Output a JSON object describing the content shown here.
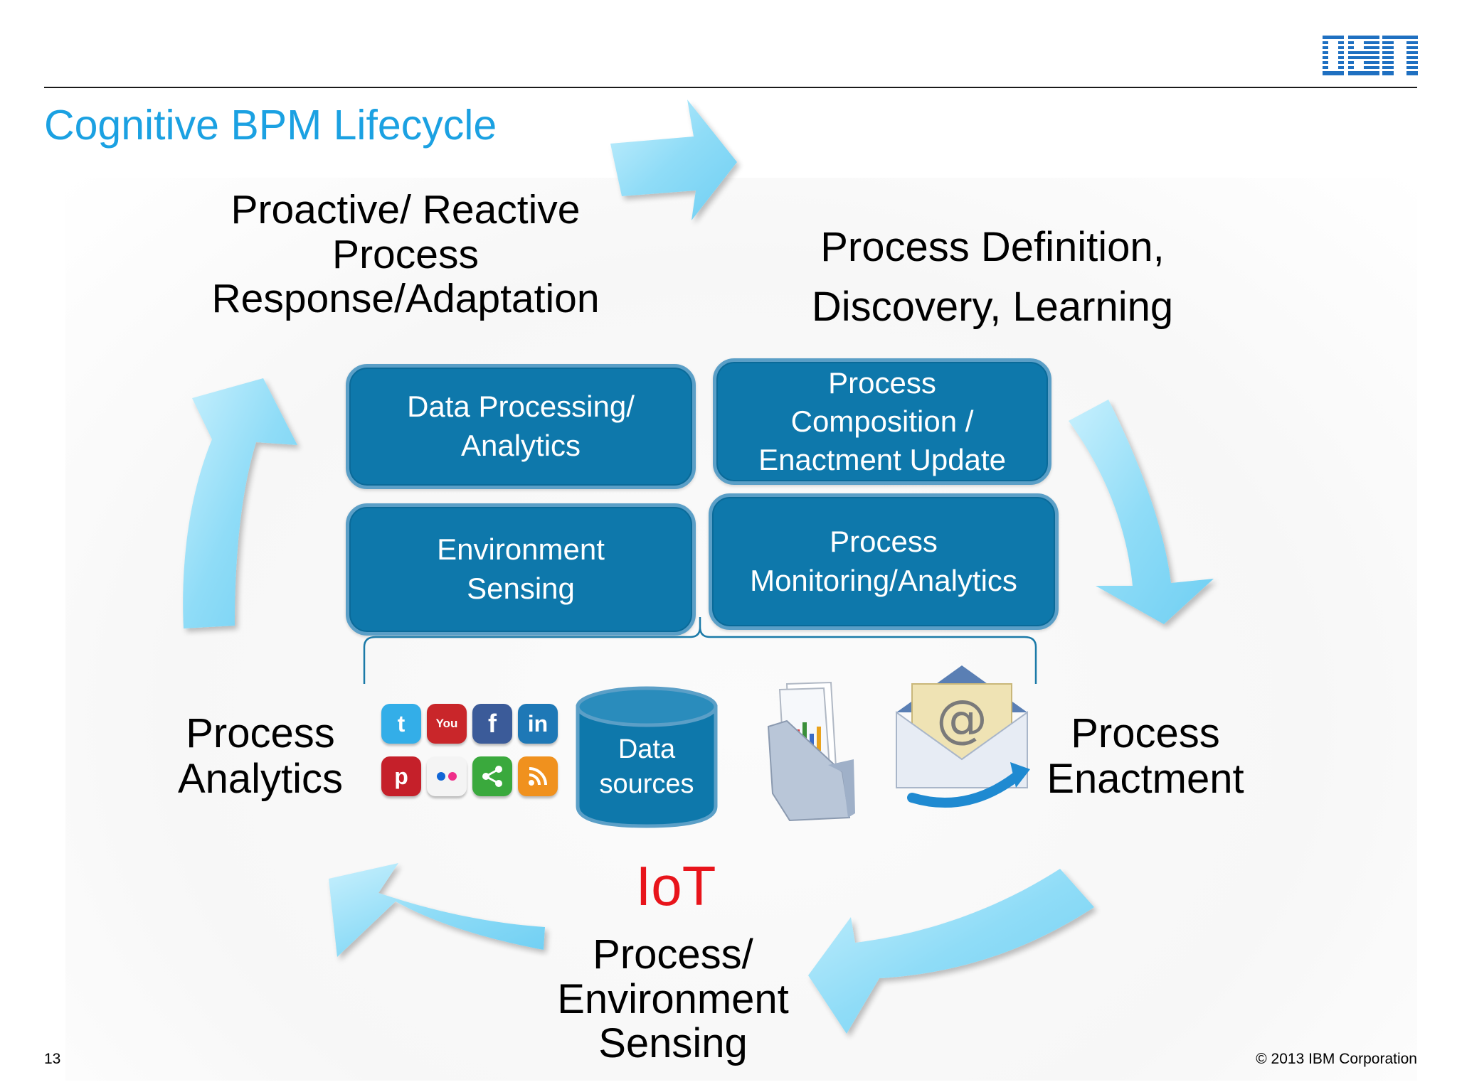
{
  "slide": {
    "title": "Cognitive BPM Lifecycle",
    "logo": "IBM",
    "page_number": "13",
    "copyright": "© 2013 IBM Corporation"
  },
  "cycle": {
    "top_left": [
      "Proactive/ Reactive",
      "Process",
      "Response/Adaptation"
    ],
    "top_right": [
      "Process Definition,",
      "Discovery, Learning"
    ],
    "right": [
      "Process",
      "Enactment"
    ],
    "left": [
      "Process",
      "Analytics"
    ],
    "bottom": [
      "Process/",
      "Environment",
      "Sensing"
    ],
    "iot": "IoT"
  },
  "boxes": {
    "data_processing": [
      "Data Processing/",
      "Analytics"
    ],
    "process_composition": [
      "Process",
      "Composition /",
      "Enactment Update"
    ],
    "environment_sensing": [
      "Environment",
      "Sensing"
    ],
    "process_monitoring": [
      "Process",
      "Monitoring/Analytics"
    ]
  },
  "data_sources": [
    "Data",
    "sources"
  ],
  "social_icons": {
    "twitter": "twitter-icon",
    "youtube": "youtube-icon",
    "facebook": "facebook-icon",
    "linkedin": "linkedin-icon",
    "pinterest": "pinterest-icon",
    "flickr": "flickr-icon",
    "share": "share-icon",
    "rss": "rss-icon"
  },
  "colors": {
    "title": "#1ba1e2",
    "box_fill": "#0e78ab",
    "box_border": "#5b9fc7",
    "arrow": "#8fdcf7",
    "iot": "#e8141b"
  }
}
